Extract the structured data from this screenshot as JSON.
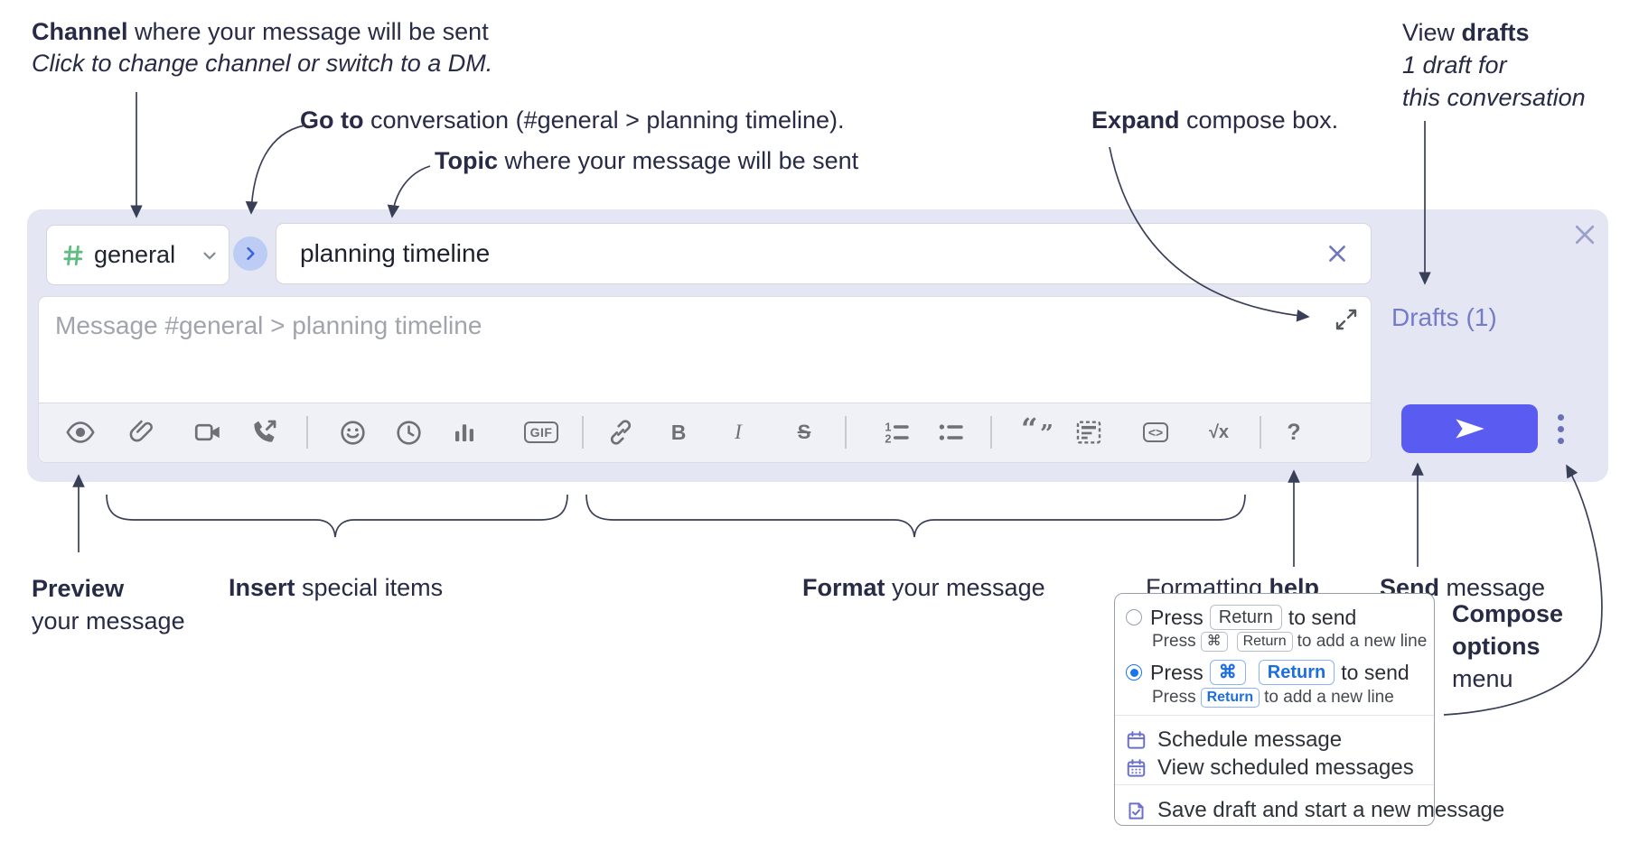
{
  "annotations": {
    "channel": {
      "bold": "Channel",
      "rest": " where your message will be sent",
      "line2": "Click to change channel or switch to a DM."
    },
    "goto": {
      "bold": "Go to",
      "rest": " conversation (#general > planning timeline)."
    },
    "topic": {
      "bold": "Topic",
      "rest": " where your message will be sent"
    },
    "expand": {
      "bold": "Expand",
      "rest": " compose box."
    },
    "drafts": {
      "pre": "View ",
      "bold": "drafts",
      "line2": "1 draft for",
      "line3": "this conversation"
    },
    "preview": {
      "bold": "Preview",
      "line2": "your message"
    },
    "insert": {
      "bold": "Insert",
      "rest": " special items"
    },
    "format": {
      "bold": "Format",
      "rest": " your message"
    },
    "help": {
      "pre": "Formatting ",
      "bold": "help"
    },
    "send": {
      "bold": "Send",
      "rest": " message"
    },
    "compose_menu": {
      "bold1": "Compose",
      "bold2": "options",
      "rest": "menu"
    }
  },
  "compose": {
    "channel_name": "general",
    "topic_value": "planning timeline",
    "message_placeholder": "Message #general > planning timeline",
    "drafts_link": "Drafts (1)",
    "toolbar": {
      "icons": [
        "preview",
        "attach-file",
        "start-video-call",
        "start-voice-call",
        "emoji",
        "add-global-time",
        "add-poll",
        "add-gif",
        "link",
        "bold",
        "italic",
        "strikethrough",
        "numbered-list",
        "bulleted-list",
        "quote",
        "spoiler",
        "code",
        "math",
        "help"
      ],
      "glyphs": {
        "gif": "GIF",
        "bold": "B",
        "italic": "I",
        "strike": "S",
        "math": "√x",
        "help": "?",
        "quote_open": "“",
        "quote_close": "”",
        "num1": "1",
        "num2": "2",
        "code": "<>"
      }
    },
    "colors": {
      "compose_bg": "#e4e6f4",
      "send_accent": "#5a5cf1",
      "drafts_link": "#747bc8",
      "channel_hash_green": "#5fbd82",
      "radio_selected_blue": "#1a76ea"
    }
  },
  "popup": {
    "option1": {
      "press": "Press",
      "key": "Return",
      "tail": "to send",
      "sub_press": "Press",
      "sub_key1": "⌘",
      "sub_key2": "Return",
      "sub_tail": "to add a new line"
    },
    "option2": {
      "press": "Press",
      "key1": "⌘",
      "key2": "Return",
      "tail": "to send",
      "sub_press": "Press",
      "sub_key": "Return",
      "sub_tail": "to add a new line"
    },
    "items": [
      {
        "label": "Schedule message"
      },
      {
        "label": "View scheduled messages"
      },
      {
        "label": "Save draft and start a new message"
      }
    ]
  }
}
